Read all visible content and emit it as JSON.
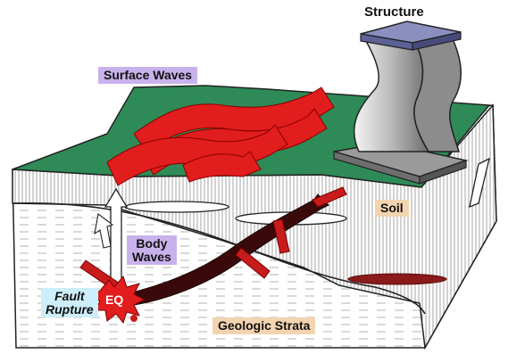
{
  "labels": {
    "structure": "Structure",
    "surface_waves": "Surface Waves",
    "soil": "Soil",
    "body_waves_line1": "Body",
    "body_waves_line2": "Waves",
    "fault_rupture_line1": "Fault",
    "fault_rupture_line2": "Rupture",
    "eq": "EQ",
    "geologic_strata": "Geologic Strata"
  },
  "colors": {
    "ground_surface": "#2e8b57",
    "wave_red": "#e11d1d",
    "label_purple": "#c9b2ec",
    "label_tan": "#f3d4b0",
    "label_blue": "#cdeefb",
    "structure_gray": "#c8c8c8",
    "structure_top": "#8a8fc0"
  }
}
